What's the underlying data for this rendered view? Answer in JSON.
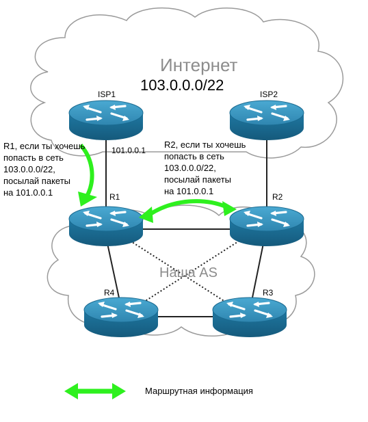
{
  "internet_cloud": {
    "title": "Интернет",
    "prefix": "103.0.0.0/22"
  },
  "as_cloud": {
    "title": "Наша AS"
  },
  "routers": {
    "isp1": "ISP1",
    "isp2": "ISP2",
    "r1": "R1",
    "r2": "R2",
    "r3": "R3",
    "r4": "R4"
  },
  "link_labels": {
    "isp1_r1": "101.0.0.1"
  },
  "notes": {
    "to_r1": "R1,  если ты хочешь\nпопасть в сеть\n103.0.0.0/22,\nпосылай пакеты\nна 101.0.0.1",
    "to_r2": "R2, если ты хочешь\nпопасть в сеть\n103.0.0.0/22,\nпосылай пакеты\nна 101.0.0.1"
  },
  "legend": {
    "label": "Маршрутная информация"
  },
  "colors": {
    "router_top": "#3a96bf",
    "router_body": "#1d6f96",
    "arrow": "#2ef01e",
    "cloud_stroke": "#9a9a9a",
    "link": "#222222"
  }
}
